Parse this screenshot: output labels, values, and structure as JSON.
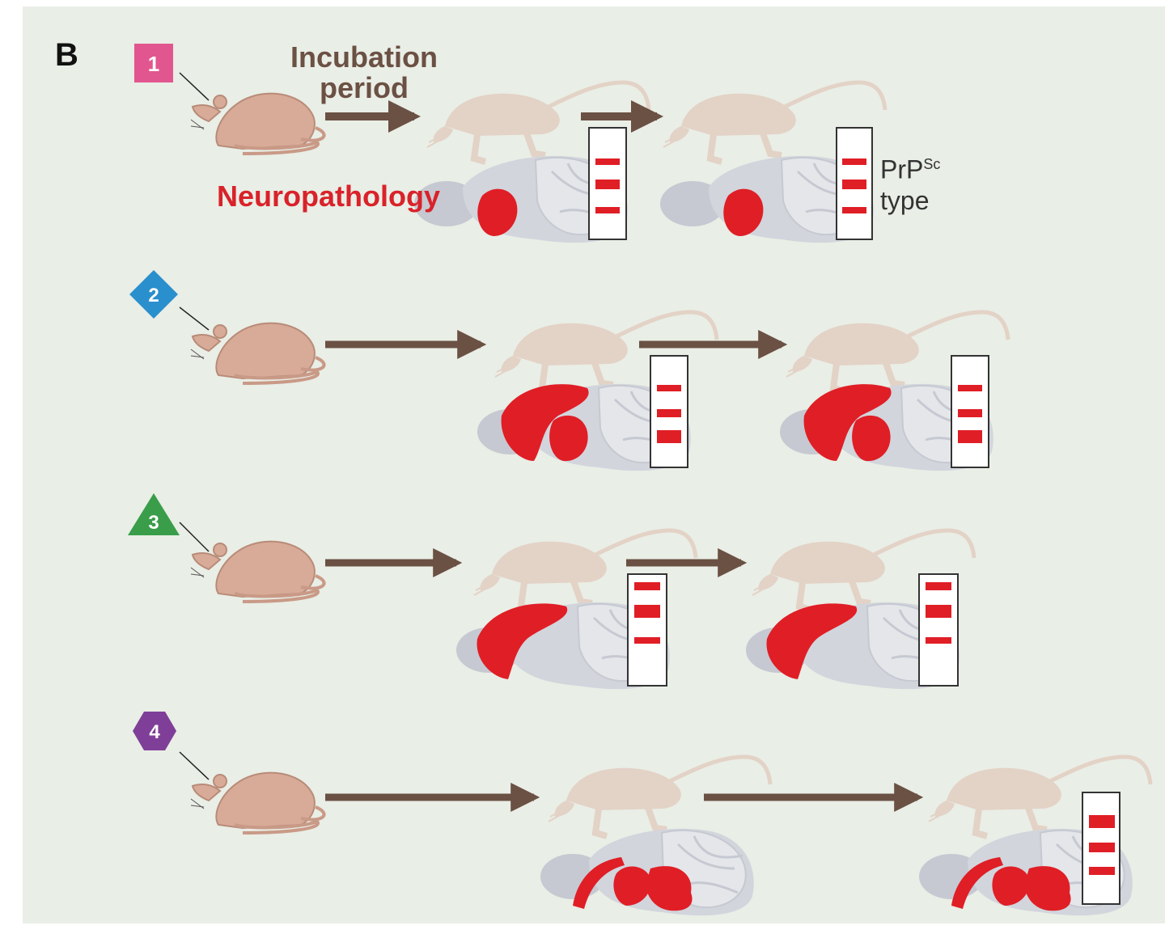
{
  "figure": {
    "panel_letter": "B",
    "incubation_label_line1": "Incubation",
    "incubation_label_line2": "period",
    "neuropathology_label": "Neuropathology",
    "prp_label_main": "PrP",
    "prp_label_sup": "Sc",
    "prp_label_line2": "type"
  },
  "strains": [
    {
      "number": "1",
      "shape": "square",
      "color": "#e2568f",
      "brain_pattern": "thalamus"
    },
    {
      "number": "2",
      "shape": "diamond",
      "color": "#2a8fcd",
      "brain_pattern": "cortex-thalamus"
    },
    {
      "number": "3",
      "shape": "triangle",
      "color": "#3a9d4a",
      "brain_pattern": "cortex"
    },
    {
      "number": "4",
      "shape": "hexagon",
      "color": "#7f3f98",
      "brain_pattern": "cerebellum-brainstem"
    }
  ],
  "colors": {
    "background": "#e9eee6",
    "mouse": "#d8ab98",
    "mouse_faded": "#e3d2c6",
    "arrow": "#6b5044",
    "brain_gray": "#c6c9d1",
    "lesion_red": "#e01e26"
  }
}
